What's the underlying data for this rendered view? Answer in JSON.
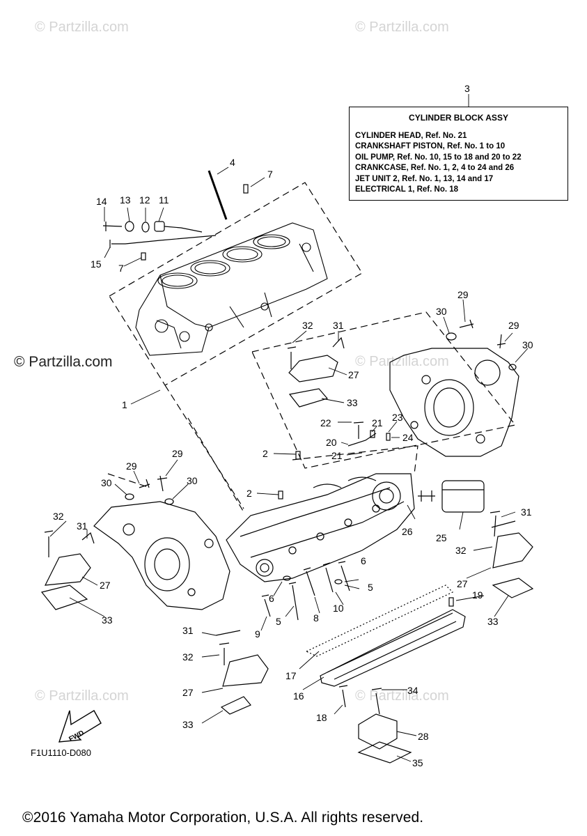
{
  "watermarks": {
    "light": "© Partzilla.com",
    "dark": "© Partzilla.com"
  },
  "assy_box": {
    "ref": "3",
    "title": "CYLINDER BLOCK ASSY",
    "lines": [
      "CYLINDER HEAD,  Ref. No. 21",
      "CRANKSHAFT PISTON,  Ref. No. 1 to 10",
      "OIL PUMP,  Ref. No. 10, 15 to 18 and 20 to 22",
      "CRANKCASE,  Ref. No. 1, 2, 4 to 24 and 26",
      "JET UNIT 2,  Ref. No. 1, 13, 14 and 17",
      "ELECTRICAL 1,  Ref. No. 18"
    ]
  },
  "fwd_label": "FWD",
  "diagram_code": "F1U1110-D080",
  "copyright": "©2016 Yamaha Motor Corporation, U.S.A. All rights reserved.",
  "callouts": {
    "c1": "1",
    "c2a": "2",
    "c2b": "2",
    "c4": "4",
    "c5a": "5",
    "c5b": "5",
    "c6a": "6",
    "c6b": "6",
    "c7a": "7",
    "c7b": "7",
    "c8": "8",
    "c9": "9",
    "c10": "10",
    "c11": "11",
    "c12": "12",
    "c13": "13",
    "c14": "14",
    "c15": "15",
    "c16": "16",
    "c17": "17",
    "c18": "18",
    "c19": "19",
    "c20": "20",
    "c21a": "21",
    "c21b": "21",
    "c22": "22",
    "c23": "23",
    "c24": "24",
    "c25": "25",
    "c26": "26",
    "c27a": "27",
    "c27b": "27",
    "c27c": "27",
    "c27d": "27",
    "c28": "28",
    "c29a": "29",
    "c29b": "29",
    "c29c": "29",
    "c29d": "29",
    "c30a": "30",
    "c30b": "30",
    "c30c": "30",
    "c30d": "30",
    "c31a": "31",
    "c31b": "31",
    "c31c": "31",
    "c31d": "31",
    "c32a": "32",
    "c32b": "32",
    "c32c": "32",
    "c32d": "32",
    "c33a": "33",
    "c33b": "33",
    "c33c": "33",
    "c33d": "33",
    "c34": "34",
    "c35": "35"
  }
}
